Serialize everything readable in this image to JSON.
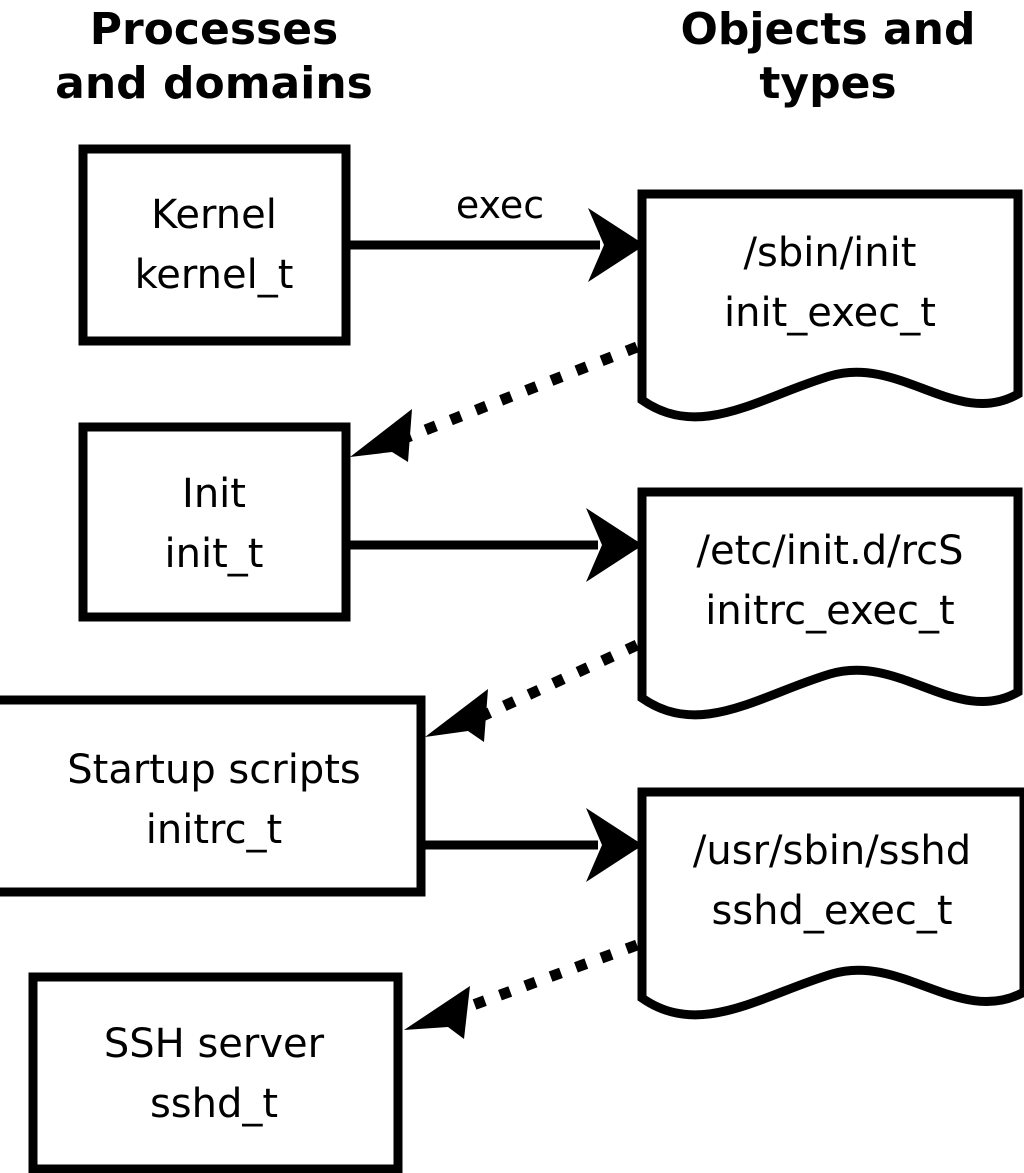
{
  "diagram": {
    "title": "SELinux process domains and object types transition diagram",
    "background_color": "#ffffff",
    "stroke_color": "#000000",
    "columns": [
      {
        "id": "processes",
        "line1": "Processes",
        "line2": "and domains"
      },
      {
        "id": "objects",
        "line1": "Objects and",
        "line2": "types"
      }
    ],
    "process_nodes": [
      {
        "id": "kernel",
        "shape": "rectangle",
        "line1": "Kernel",
        "line2": "kernel_t"
      },
      {
        "id": "init",
        "shape": "rectangle",
        "line1": "Init",
        "line2": "init_t"
      },
      {
        "id": "initrc",
        "shape": "rectangle",
        "line1": "Startup scripts",
        "line2": "initrc_t"
      },
      {
        "id": "sshd",
        "shape": "rectangle",
        "line1": "SSH server",
        "line2": "sshd_t"
      }
    ],
    "object_nodes": [
      {
        "id": "init_exec",
        "shape": "document",
        "line1": "/sbin/init",
        "line2": "init_exec_t"
      },
      {
        "id": "initrc_exec",
        "shape": "document",
        "line1": "/etc/init.d/rcS",
        "line2": "initrc_exec_t"
      },
      {
        "id": "sshd_exec",
        "shape": "document",
        "line1": "/usr/sbin/sshd",
        "line2": "sshd_exec_t"
      }
    ],
    "edges": [
      {
        "id": "kernel-exec-init_exec",
        "from": "kernel",
        "to": "init_exec",
        "style": "solid",
        "label": "exec"
      },
      {
        "id": "init_exec-to-init",
        "from": "init_exec",
        "to": "init",
        "style": "dotted",
        "label": ""
      },
      {
        "id": "init-exec-initrc_exec",
        "from": "init",
        "to": "initrc_exec",
        "style": "solid",
        "label": ""
      },
      {
        "id": "initrc_exec-to-initrc",
        "from": "initrc_exec",
        "to": "initrc",
        "style": "dotted",
        "label": ""
      },
      {
        "id": "initrc-exec-sshd_exec",
        "from": "initrc",
        "to": "sshd_exec",
        "style": "solid",
        "label": ""
      },
      {
        "id": "sshd_exec-to-sshd",
        "from": "sshd_exec",
        "to": "sshd",
        "style": "dotted",
        "label": ""
      }
    ]
  }
}
